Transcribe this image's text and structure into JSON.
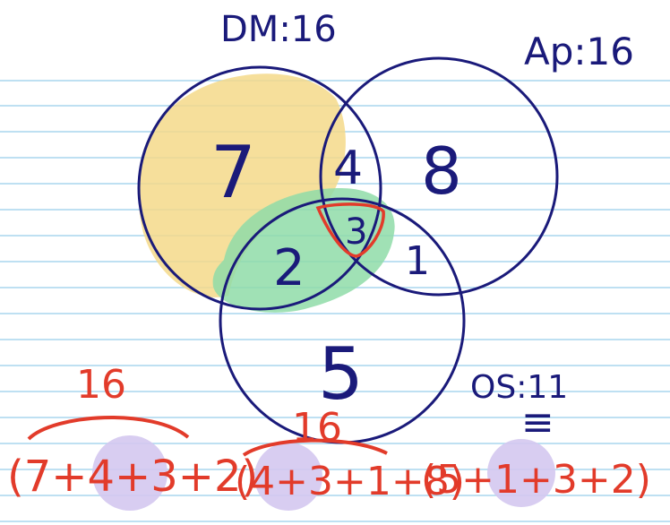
{
  "colors": {
    "ink": "#1a1a7a",
    "red": "#e23b2a",
    "rule": "#a9d6ee",
    "yellow_highlight": "#f4d98a",
    "green_highlight": "#8fdca8",
    "purple_highlight": "#d4c8f0"
  },
  "labels": {
    "dm": "DM:16",
    "ap": "Ap:16",
    "os": "OS:11",
    "eq": "≡"
  },
  "regions": {
    "dm_only": "7",
    "dm_ap": "4",
    "ap_only": "8",
    "dm_os": "2",
    "all_three": "3",
    "ap_os": "1",
    "os_only": "5"
  },
  "sums": {
    "dm": {
      "total": "16",
      "expr": "(7+4+3+2)"
    },
    "ap": {
      "total": "16",
      "expr": "(4+3+1+8)"
    },
    "os": {
      "expr": "(5+1+3+2)"
    }
  }
}
